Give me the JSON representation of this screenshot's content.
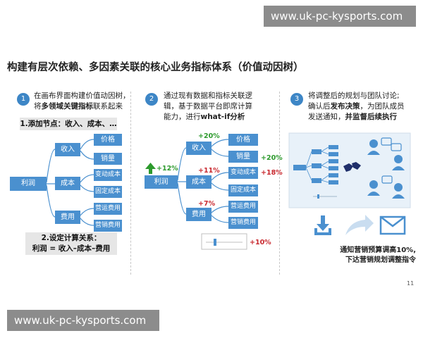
{
  "watermark_top": "www.uk-pc-kysports.com",
  "watermark_bottom": "www.uk-pc-kysports.com",
  "title": "构建有层次依赖、多因素关联的核心业务指标体系（价值动因树）",
  "page_number": "11",
  "colors": {
    "node": "#4a90cf",
    "step": "#3d86c6",
    "green": "#2d9a2d",
    "red": "#c8282e",
    "grey_box": "#e6e6e6"
  },
  "step1": {
    "num": "1",
    "desc_line1": "在画布界面构建价值动因树，",
    "desc_line2_pre": "将",
    "desc_line2_bold": "多领域关键指标",
    "desc_line2_post": "联系起来",
    "label_add_nodes": "1.添加节点：收入、成本、…",
    "label_calc_1": "2.设定计算关系：",
    "label_calc_2": "利润 = 收入–成本–费用"
  },
  "step2": {
    "num": "2",
    "desc_line1": "通过现有数据和指标关联逻",
    "desc_line2": "辑，基于数据平台即席计算",
    "desc_line3_pre": "能力，进行",
    "desc_line3_bold": "what-if分析",
    "ann_profit": "+12%",
    "ann_income": "+20%",
    "ann_cost": "+11%",
    "ann_expense": "+7%",
    "ann_sales": "+20%",
    "ann_varcost": "+18%",
    "ann_slider": "+10%"
  },
  "step3": {
    "num": "3",
    "desc_line1": "将调整后的规划与团队讨论;",
    "desc_line2_pre": "确认后",
    "desc_line2_bold": "发布决策",
    "desc_line2_post": "，为团队成员",
    "desc_line3_pre": "发送通知，",
    "desc_line3_bold": "并监督后续执行",
    "notice_1": "通知营销预算调高10%,",
    "notice_2": "下达营销规划调整指令"
  },
  "tree": {
    "profit": "利润",
    "income": "收入",
    "cost": "成本",
    "expense": "费用",
    "price": "价格",
    "sales": "销量",
    "var_cost": "变动成本",
    "fixed_cost": "固定成本",
    "ops_cost": "营运费用",
    "mkt_cost": "营销费用"
  },
  "icons": [
    "arrow-up-icon",
    "download-icon",
    "share-arrow-icon",
    "envelope-icon",
    "person-chat-icon"
  ]
}
